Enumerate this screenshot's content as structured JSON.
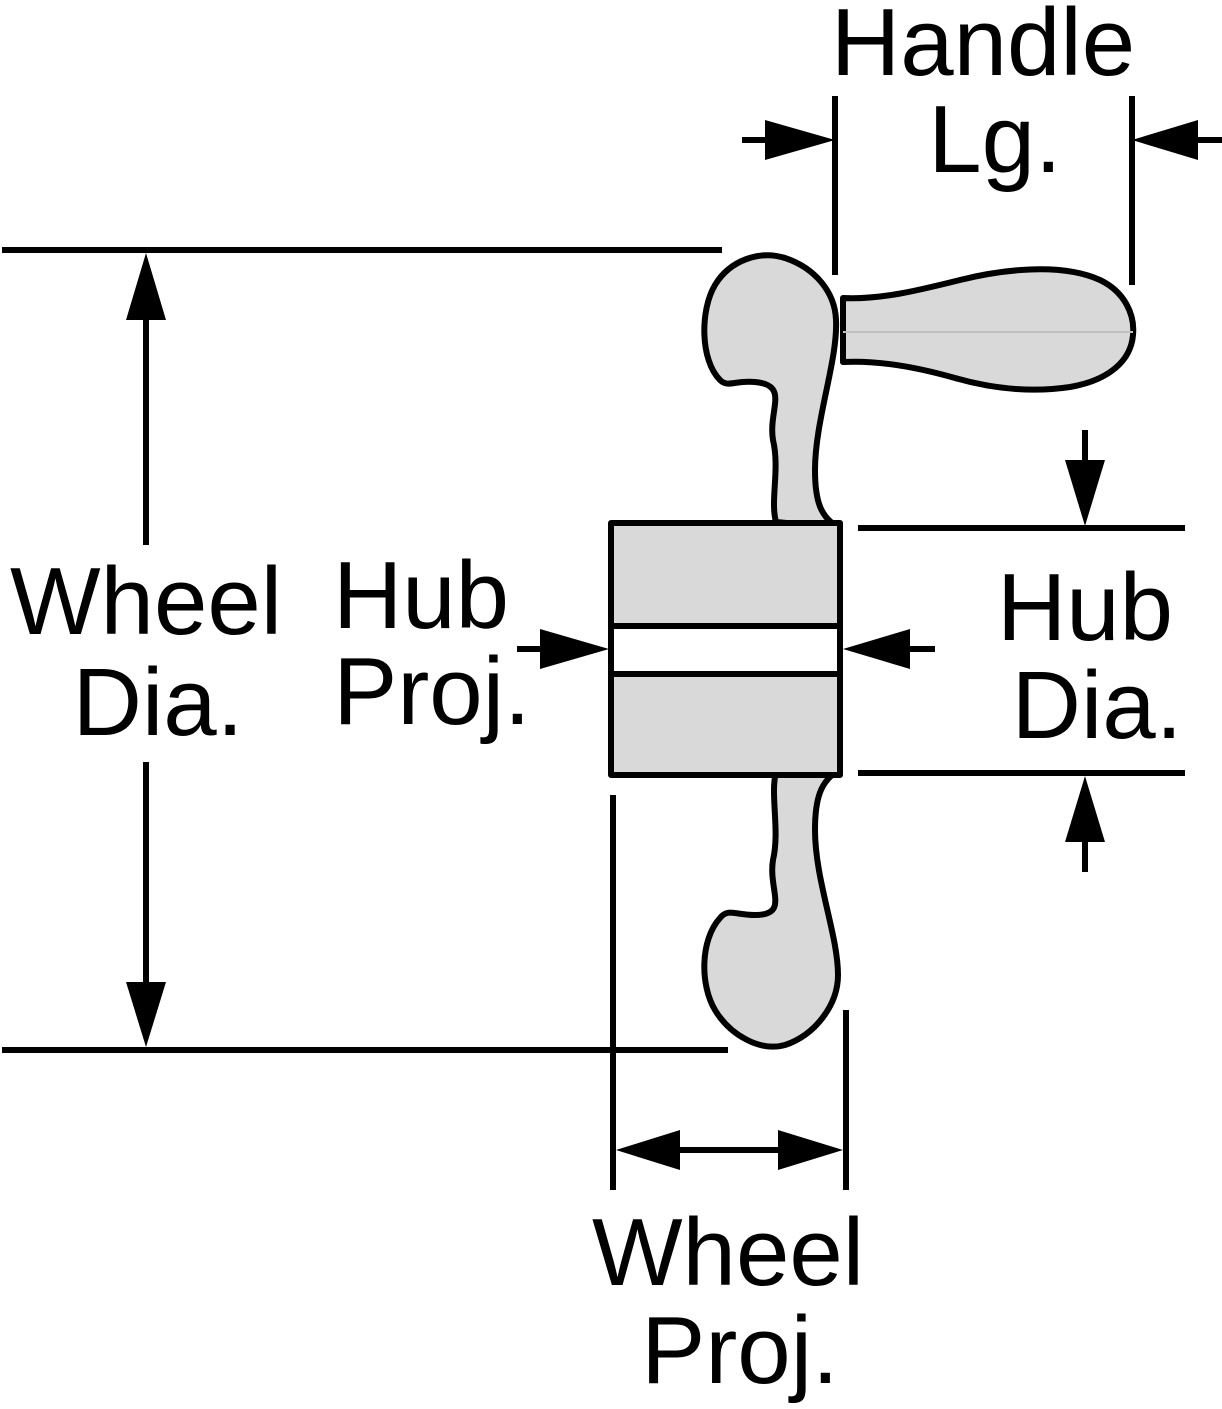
{
  "diagram": {
    "colors": {
      "part_fill": "#d9d9d9",
      "stroke": "#000000",
      "background": "#ffffff"
    },
    "labels": {
      "handle_length": {
        "line1": "Handle",
        "line2": "Lg."
      },
      "wheel_diameter": {
        "line1": "Wheel",
        "line2": "Dia."
      },
      "hub_projection": {
        "line1": "Hub",
        "line2": "Proj."
      },
      "hub_diameter": {
        "line1": "Hub",
        "line2": "Dia."
      },
      "wheel_projection": {
        "line1": "Wheel",
        "line2": "Proj."
      }
    }
  }
}
